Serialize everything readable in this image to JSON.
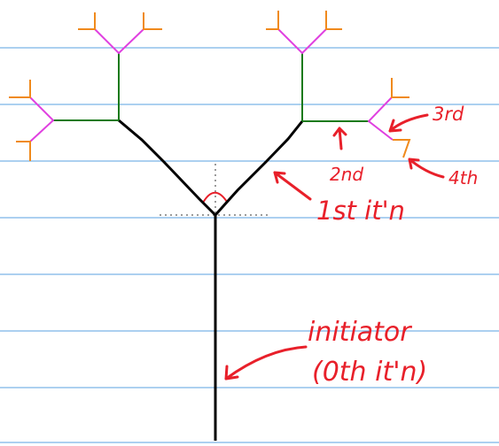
{
  "labels": {
    "third": "3rd",
    "second": "2nd",
    "fourth": "4th",
    "first": "1st it'n",
    "initiator_line1": "initiator",
    "initiator_line2": "(0th it'n)"
  },
  "colors": {
    "paper": "#ffffff",
    "ruled_line": "#5aa0e0",
    "trunk": "#000000",
    "level1": "#000000",
    "level2": "#1a7a1a",
    "level3": "#e040e0",
    "level4": "#f08a1c",
    "annotation": "#e8202a",
    "angle_mark": "#e8202a",
    "guide": "#9a9a9a"
  }
}
